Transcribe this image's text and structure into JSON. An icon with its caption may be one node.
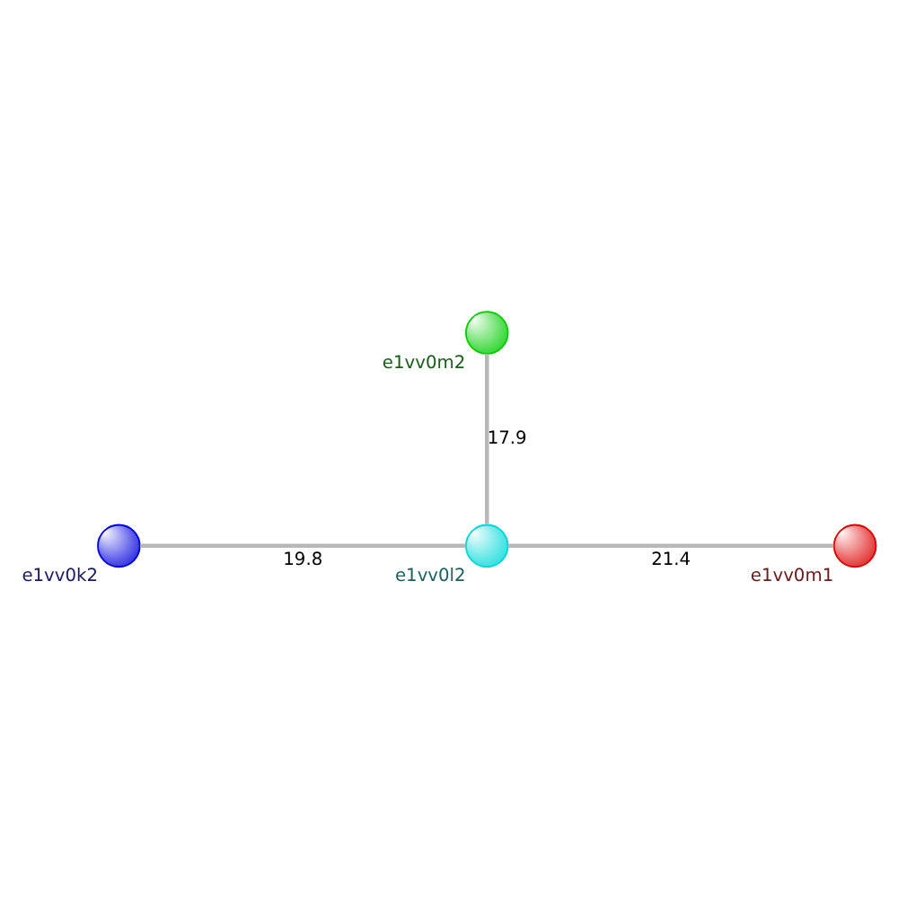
{
  "diagram": {
    "nodes": [
      {
        "text": [
          "e1vv0m2"
        ]
      },
      {
        "text": [
          "e1vv0l2"
        ]
      },
      {
        "text": [
          "e1vv0k2"
        ]
      },
      {
        "text": [
          "e1vv0m1"
        ]
      }
    ],
    "edges": [
      {
        "from": 1,
        "to": 0,
        "arrow": "none",
        "label": "17.9"
      },
      {
        "from": 2,
        "to": 1,
        "arrow": "none",
        "label": "19.8"
      },
      {
        "from": 1,
        "to": 3,
        "arrow": "none",
        "label": "21.4"
      }
    ]
  }
}
